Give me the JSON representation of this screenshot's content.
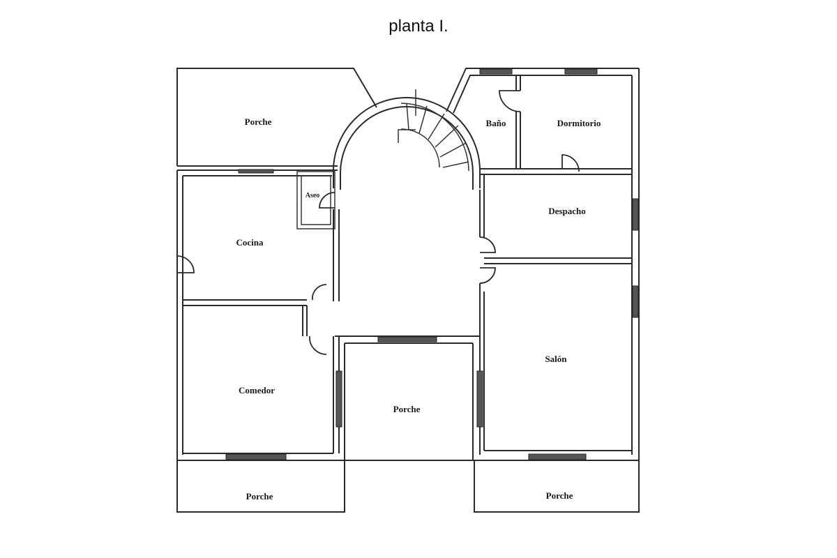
{
  "title": "planta I.",
  "rooms": {
    "porche_top": "Porche",
    "bano": "Baño",
    "dormitorio": "Dormitorio",
    "aseo": "Aseo",
    "cocina": "Cocina",
    "despacho": "Despacho",
    "comedor": "Comedor",
    "porche_center": "Porche",
    "salon": "Salón",
    "porche_bottom_left": "Porche",
    "porche_bottom_right": "Porche"
  },
  "colors": {
    "background": "#ffffff",
    "lines": "#2a2a2a",
    "windows": "#555555"
  }
}
